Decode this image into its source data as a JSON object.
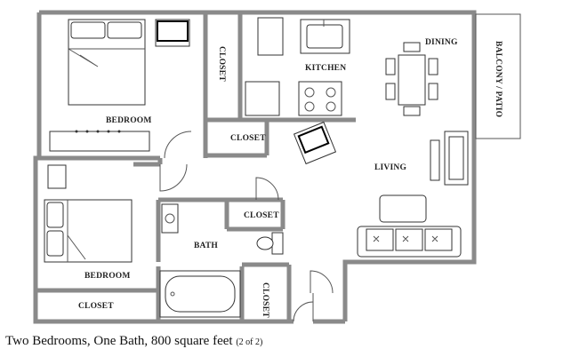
{
  "rooms": {
    "bedroom_top": "BEDROOM",
    "closet_top": "CLOSET",
    "kitchen": "KITCHEN",
    "dining": "DINING",
    "balcony": "BALCONY / PATIO",
    "closet_mid": "CLOSET",
    "living": "LIVING",
    "closet_bath": "CLOSET",
    "bath": "BATH",
    "bedroom_bottom": "BEDROOM",
    "closet_bottom": "CLOSET",
    "closet_right": "CLOSET"
  },
  "caption": {
    "main": "Two Bedrooms, One Bath, 800 square feet",
    "page": "(2 of 2)"
  },
  "colors": {
    "wall": "#8a8a8a",
    "furniture_line": "#333333"
  }
}
